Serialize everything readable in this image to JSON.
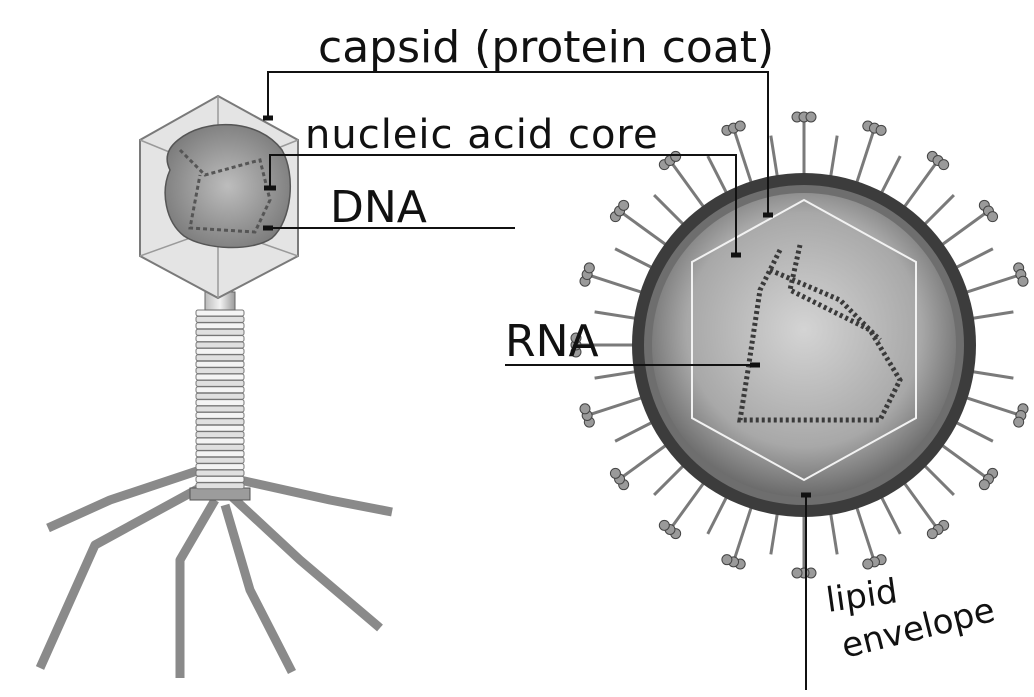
{
  "labels": {
    "capsid": "capsid (protein coat)",
    "nucleic_acid_core": "nucleic acid core",
    "dna": "DNA",
    "rna": "RNA",
    "lipid_envelope_line1": "lipid",
    "lipid_envelope_line2": "envelope"
  },
  "structures": {
    "bacteriophage": "bacteriophage",
    "enveloped_virus": "enveloped virus"
  },
  "colors": {
    "line": "#111111",
    "capsid_face": "#e2e2e2",
    "core": "#9a9a9a",
    "envelope_dark": "#3a3a3a",
    "envelope_mid": "#8c8c8c",
    "envelope_light": "#d8d8d8",
    "spike": "#7a7a7a"
  }
}
